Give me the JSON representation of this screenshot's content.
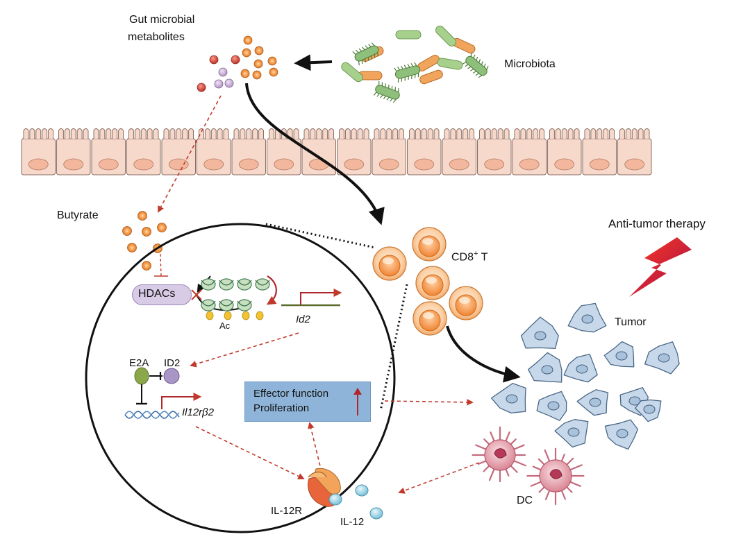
{
  "labels": {
    "metabolites": "Gut microbial metabolites",
    "metabolites_line1": "Gut microbial",
    "metabolites_line2": "metabolites",
    "microbiota": "Microbiota",
    "butyrate": "Butyrate",
    "anti_tumor": "Anti-tumor therapy",
    "cd8": "CD8",
    "cd8_sup": "+",
    "cd8_suffix": " T",
    "tumor": "Tumor",
    "dc": "DC",
    "hdacs": "HDACs",
    "ac": "Ac",
    "id2_gene": "Id2",
    "e2a": "E2A",
    "id2_protein": "ID2",
    "il12rb2": "Il12rβ2",
    "effector": "Effector function",
    "proliferation": "Proliferation",
    "il12r": "IL-12R",
    "il12": "IL-12"
  },
  "colors": {
    "black_arrow": "#111111",
    "red_dashed": "#c0392b",
    "epithelium_fill": "#f7d9cc",
    "epithelium_stroke": "#8a6d62",
    "nucleus": "#f2b79d",
    "tcell_outer": "#f6a25a",
    "tumor_fill": "#c7d8ea",
    "box_fill": "#8fb4d9",
    "bacteria_green": "#8ec07c",
    "bacteria_orange": "#f0a45c",
    "lightning": "#e8202a",
    "dc_fill": "#e6a3ae"
  },
  "icons": {
    "lightning": "lightning-bolt-icon",
    "bacteria": "bacteria-icon",
    "up_arrow": "up-arrow-icon"
  }
}
